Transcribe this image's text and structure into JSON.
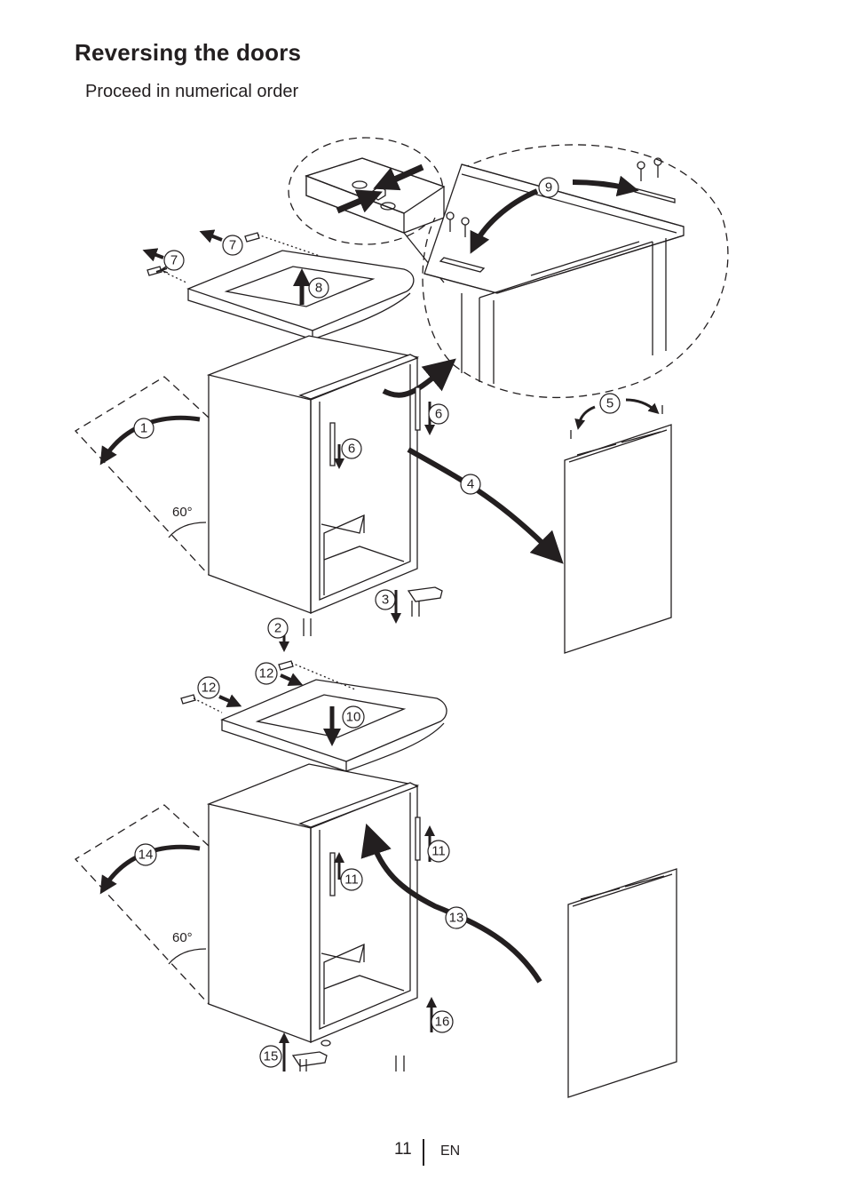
{
  "page": {
    "title": "Reversing the doors",
    "subtitle": "Proceed in numerical order",
    "page_number": "11",
    "language": "EN"
  },
  "diagram": {
    "step_labels": [
      "1",
      "2",
      "3",
      "4",
      "5",
      "6",
      "6",
      "7",
      "7",
      "8",
      "9",
      "10",
      "11",
      "11",
      "12",
      "12",
      "13",
      "14",
      "15",
      "16"
    ],
    "angle_labels": [
      "60°",
      "60°"
    ]
  }
}
